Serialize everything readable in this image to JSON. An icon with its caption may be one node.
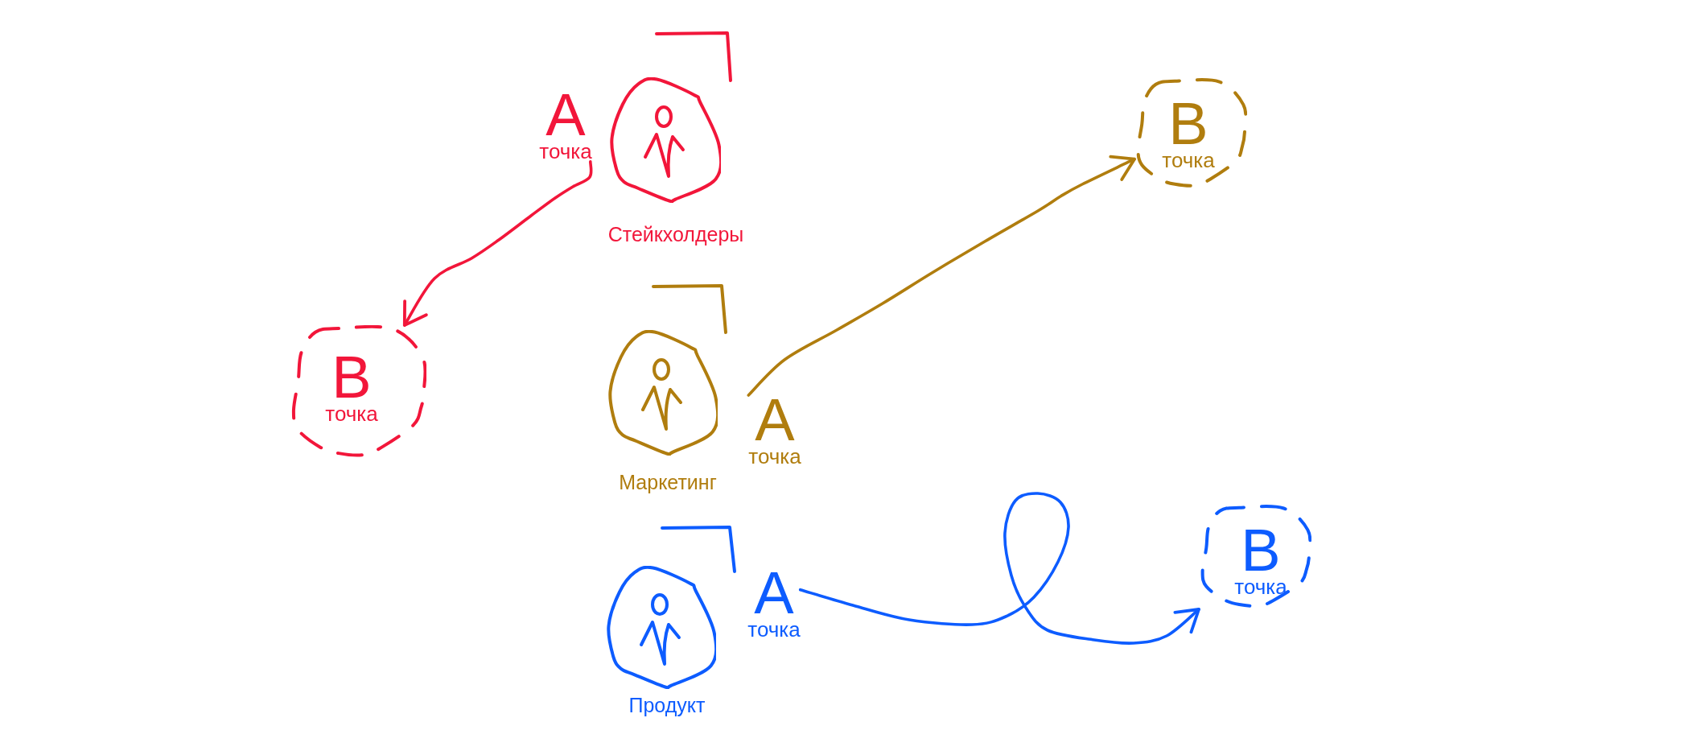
{
  "diagram": {
    "nodes": [
      {
        "text": [
          "A",
          "точка"
        ]
      },
      {
        "text": [
          "Стейкхолдеры"
        ]
      },
      {
        "text": [
          "B",
          "точка"
        ]
      },
      {
        "text": [
          "B",
          "точка"
        ]
      },
      {
        "text": [
          "Маркетинг"
        ]
      },
      {
        "text": [
          "A",
          "точка"
        ]
      },
      {
        "text": [
          "Продукт"
        ]
      },
      {
        "text": [
          "A",
          "точка"
        ]
      },
      {
        "text": [
          "B",
          "точка"
        ]
      }
    ],
    "edges": [
      {
        "from": 0,
        "to": 3,
        "arrow": "to",
        "color": "#f2163a"
      },
      {
        "from": 5,
        "to": 2,
        "arrow": "to",
        "color": "#b07d0e"
      },
      {
        "from": 7,
        "to": 8,
        "arrow": "to",
        "color": "#0d5cff"
      }
    ]
  }
}
